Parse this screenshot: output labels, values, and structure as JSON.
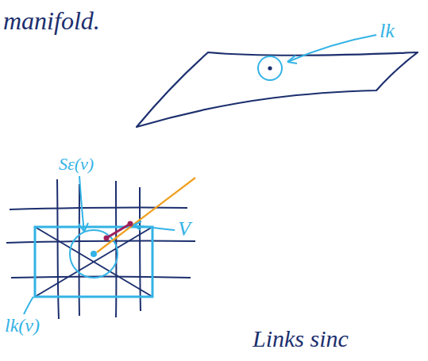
{
  "diagram": {
    "labels": [
      "manifold.",
      "lk",
      "Sε(v)",
      "V",
      "lk(v)",
      "Links sinc"
    ]
  }
}
